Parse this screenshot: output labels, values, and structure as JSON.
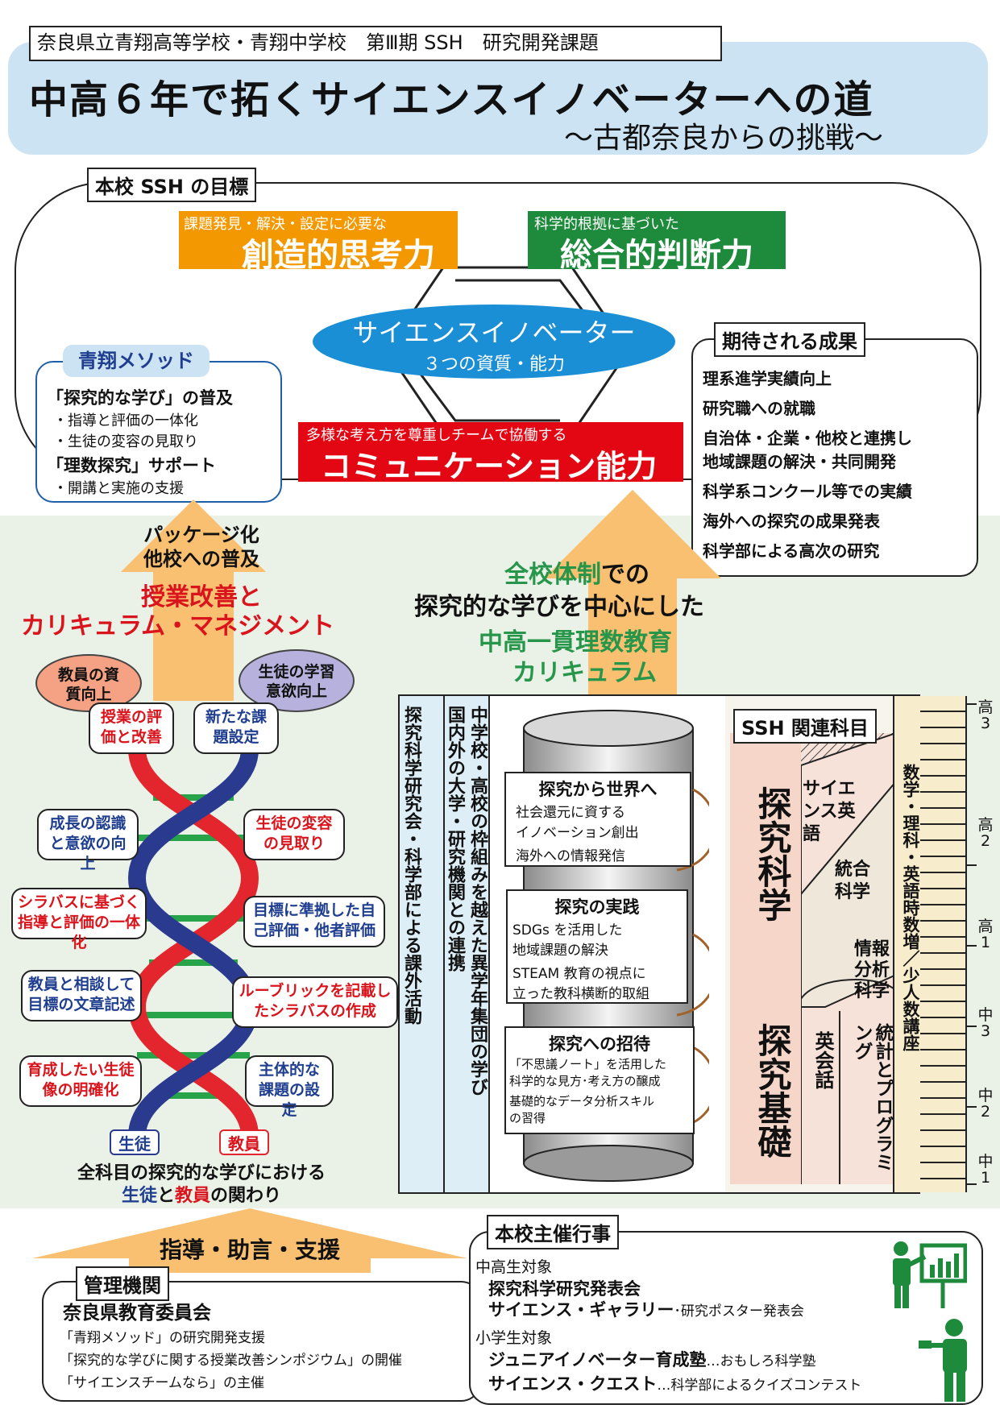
{
  "header": {
    "subtitle_box": "奈良県立青翔高等学校・青翔中学校　第Ⅲ期 SSH　研究開発課題",
    "title": "中高６年で拓くサイエンスイノベーターへの道",
    "subtitle": "〜古都奈良からの挑戦〜"
  },
  "goals": {
    "tab": "本校 SSH の目標",
    "creative_sub": "課題発見・解決・設定に必要な",
    "creative_main": "創造的思考力",
    "judgment_sub": "科学的根拠に基づいた",
    "judgment_main": "総合的判断力",
    "innovator_line1": "サイエンスイノベーター",
    "innovator_line2": "３つの資質・能力",
    "comm_sub": "多様な考え方を尊重しチームで協働する",
    "comm_main": "コミュニケーション能力"
  },
  "method": {
    "tab": "青翔メソッド",
    "h1": "「探究的な学び」の普及",
    "i1": "・指導と評価の一体化",
    "i2": "・生徒の変容の見取り",
    "h2": "「理数探究」サポート",
    "i3": "・開講と実施の支援"
  },
  "outcomes": {
    "tab": "期待される成果",
    "items": [
      "理系進学実績向上",
      "研究職への就職",
      "自治体・企業・他校と連携し",
      "地域課題の解決・共同開発",
      "科学系コンクール等での実績",
      "海外への探究の成果発表",
      "科学部による高次の研究"
    ]
  },
  "left": {
    "pkg1": "パッケージ化",
    "pkg2": "他校への普及",
    "red1": "授業改善と",
    "red2": "カリキュラム・マネジメント",
    "teacher_quality": "教員の資質向上",
    "student_motivation": "生徒の学習意欲向上",
    "eval_improve": "授業の評価と改善",
    "new_task": "新たな課題設定",
    "growth": "成長の認識と意欲の向上",
    "student_change": "生徒の変容の見取り",
    "syllabus_eval": "シラバスに基づく指導と評価の一体化",
    "self_eval": "目標に準拠した自己評価・他者評価",
    "consult": "教員と相談して目標の文章記述",
    "rubric": "ルーブリックを記載したシラバスの作成",
    "ideal": "育成したい生徒像の明確化",
    "subject_task": "主体的な課題の設定",
    "label_student": "生徒",
    "label_teacher": "教員",
    "caption1": "全科目の探究的な学びにおける",
    "caption2_a": "生徒",
    "caption2_b": "と",
    "caption2_c": "教員",
    "caption2_d": "の関わり"
  },
  "center": {
    "g1": "全校体制",
    "g1b": "での",
    "black": "探究的な学びを中心にした",
    "g2": "中高一貫理数教育",
    "g3": "カリキュラム",
    "vcol1": "探究科学研究会・科学部による課外活動",
    "vcol2": "国内外の大学・研究機関との連携",
    "vcol3": "中学校・高校の枠組みを越えた異学年集団の学び",
    "c1_title": "探究から世界へ",
    "c1_l1": "社会還元に資する",
    "c1_l2": "イノベーション創出",
    "c1_l3": "海外への情報発信",
    "c2_title": "探究の実践",
    "c2_l1": "SDGs を活用した",
    "c2_l2": "地域課題の解決",
    "c2_l3": "STEAM 教育の視点に",
    "c2_l4": "立った教科横断的取組",
    "c3_title": "探究への招待",
    "c3_l1": "「不思議ノート」を活用した",
    "c3_l2": "科学的な見方･考え方の醸成",
    "c3_l3": "基礎的なデータ分析スキル",
    "c3_l4": "の習得"
  },
  "ssh": {
    "tab": "SSH 関連科目",
    "tanq_sci": "探究科学",
    "tanq_basic": "探究基礎",
    "sci_eng": "サイエンス英語",
    "int_sci": "統合科学",
    "info_sci": "情報分析科学",
    "eng_conv": "英会話",
    "stats": "統計とプログラミング",
    "extra": "数学・理科・英語時数増／少人数講座",
    "ruler": [
      "高3",
      "高2",
      "高1",
      "中3",
      "中2",
      "中1"
    ]
  },
  "bottom": {
    "support": "指導・助言・支援",
    "admin_tab": "管理機関",
    "admin_name": "奈良県教育委員会",
    "admin_l1": "「青翔メソッド」の研究開発支援",
    "admin_l2": "「探究的な学びに関する授業改善シンポジウム」の開催",
    "admin_l3": "「サイエンスチームなら」の主催",
    "events_tab": "本校主催行事",
    "ev_target1": "中高生対象",
    "ev1": "探究科学研究発表会",
    "ev2": "サイエンス・ギャラリー",
    "ev2_note": "･研究ポスター発表会",
    "ev_target2": "小学生対象",
    "ev3": "ジュニアイノベーター育成塾",
    "ev3_note": "…おもしろ科学塾",
    "ev4": "サイエンス・クエスト",
    "ev4_note": "…科学部によるクイズコンテスト"
  },
  "colors": {
    "header_bg": "#cce3f3",
    "mid_bg": "#eaf2e8",
    "orange": "#f39800",
    "green": "#1e8a3b",
    "red": "#e30613",
    "blue_ellipse": "#1a8fd6",
    "arrow": "#f8c070",
    "helix_red": "#e3262d",
    "helix_blue": "#2a3a8f",
    "rung_green": "#27a34a"
  }
}
